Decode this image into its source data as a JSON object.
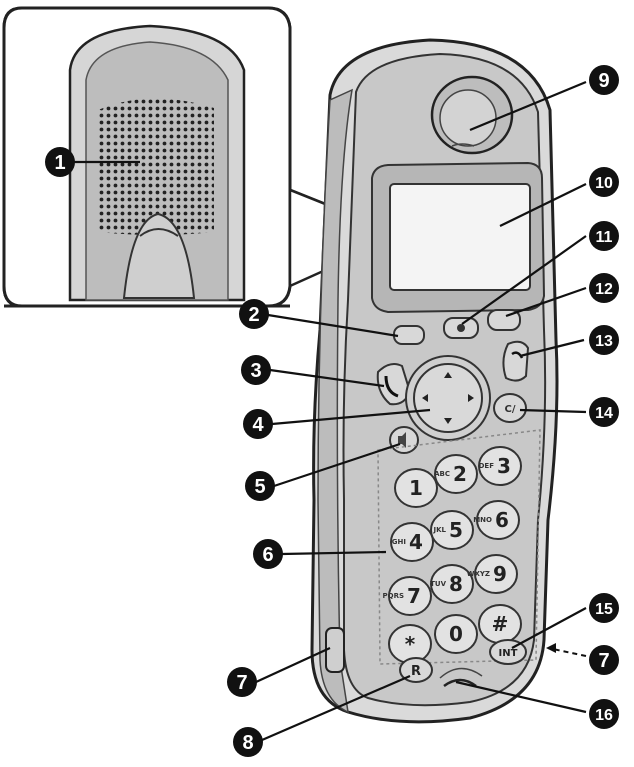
{
  "callouts": [
    "1",
    "2",
    "3",
    "4",
    "5",
    "6",
    "7",
    "7",
    "8",
    "9",
    "10",
    "11",
    "12",
    "13",
    "14",
    "15",
    "16"
  ],
  "keypad": {
    "keys": [
      {
        "digit": "1",
        "letters": ""
      },
      {
        "digit": "2",
        "letters": "ABC"
      },
      {
        "digit": "3",
        "letters": "DEF"
      },
      {
        "digit": "4",
        "letters": "GHI"
      },
      {
        "digit": "5",
        "letters": "JKL"
      },
      {
        "digit": "6",
        "letters": "MNO"
      },
      {
        "digit": "7",
        "letters": "PQRS"
      },
      {
        "digit": "8",
        "letters": "TUV"
      },
      {
        "digit": "9",
        "letters": "WXYZ"
      },
      {
        "digit": "*",
        "letters": ""
      },
      {
        "digit": "0",
        "letters": ""
      },
      {
        "digit": "#",
        "letters": ""
      }
    ]
  },
  "buttons": {
    "clear": "C/",
    "recall": "R",
    "intercom": "INT"
  }
}
